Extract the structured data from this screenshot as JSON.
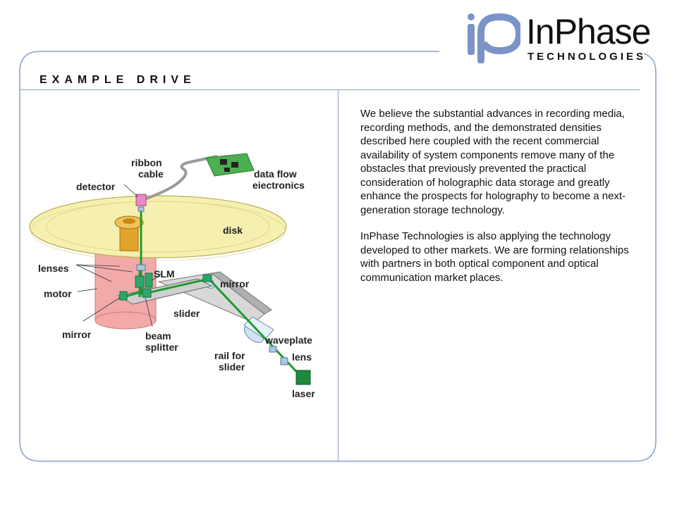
{
  "logo": {
    "wordmark": "InPhase",
    "subtitle": "TECHNOLOGIES",
    "colors": {
      "mark": "#7b93c7",
      "text": "#111111"
    }
  },
  "slide": {
    "section_title": "EXAMPLE DRIVE",
    "frame_color": "#8aa0c6"
  },
  "body": {
    "paragraphs": [
      "We believe the substantial advances in recording media, recording methods, and the demonstrated densities described here coupled with the recent commercial availability of system components remove many of the obstacles that previously prevented the practical consideration of holographic data storage and greatly enhance the prospects for holography to become a next-generation storage technology.",
      "InPhase Technologies is also applying the technology developed to other markets.   We are forming relationships with partners in both optical component and optical communication market places."
    ]
  },
  "diagram": {
    "labels": {
      "ribbon": "ribbon",
      "cable": "cable",
      "detector": "detector",
      "data_flow": "data flow",
      "electronics": "eiectronics",
      "disk": "disk",
      "lenses": "lenses",
      "slm": "SLM",
      "mirror_top": "mirror",
      "motor": "motor",
      "slider": "slider",
      "mirror_bottom": "mirror",
      "beam": "beam",
      "splitter": "splitter",
      "waveplate": "waveplate",
      "rail_for": "rail for",
      "slider2": "slider",
      "lens": "lens",
      "laser": "laser"
    },
    "colors": {
      "disk": "#f6f0b0",
      "motor": "#f4a9a9",
      "beam": "#1e9a2e",
      "component": "#2aa86a",
      "circuit": "#4caf50"
    }
  }
}
